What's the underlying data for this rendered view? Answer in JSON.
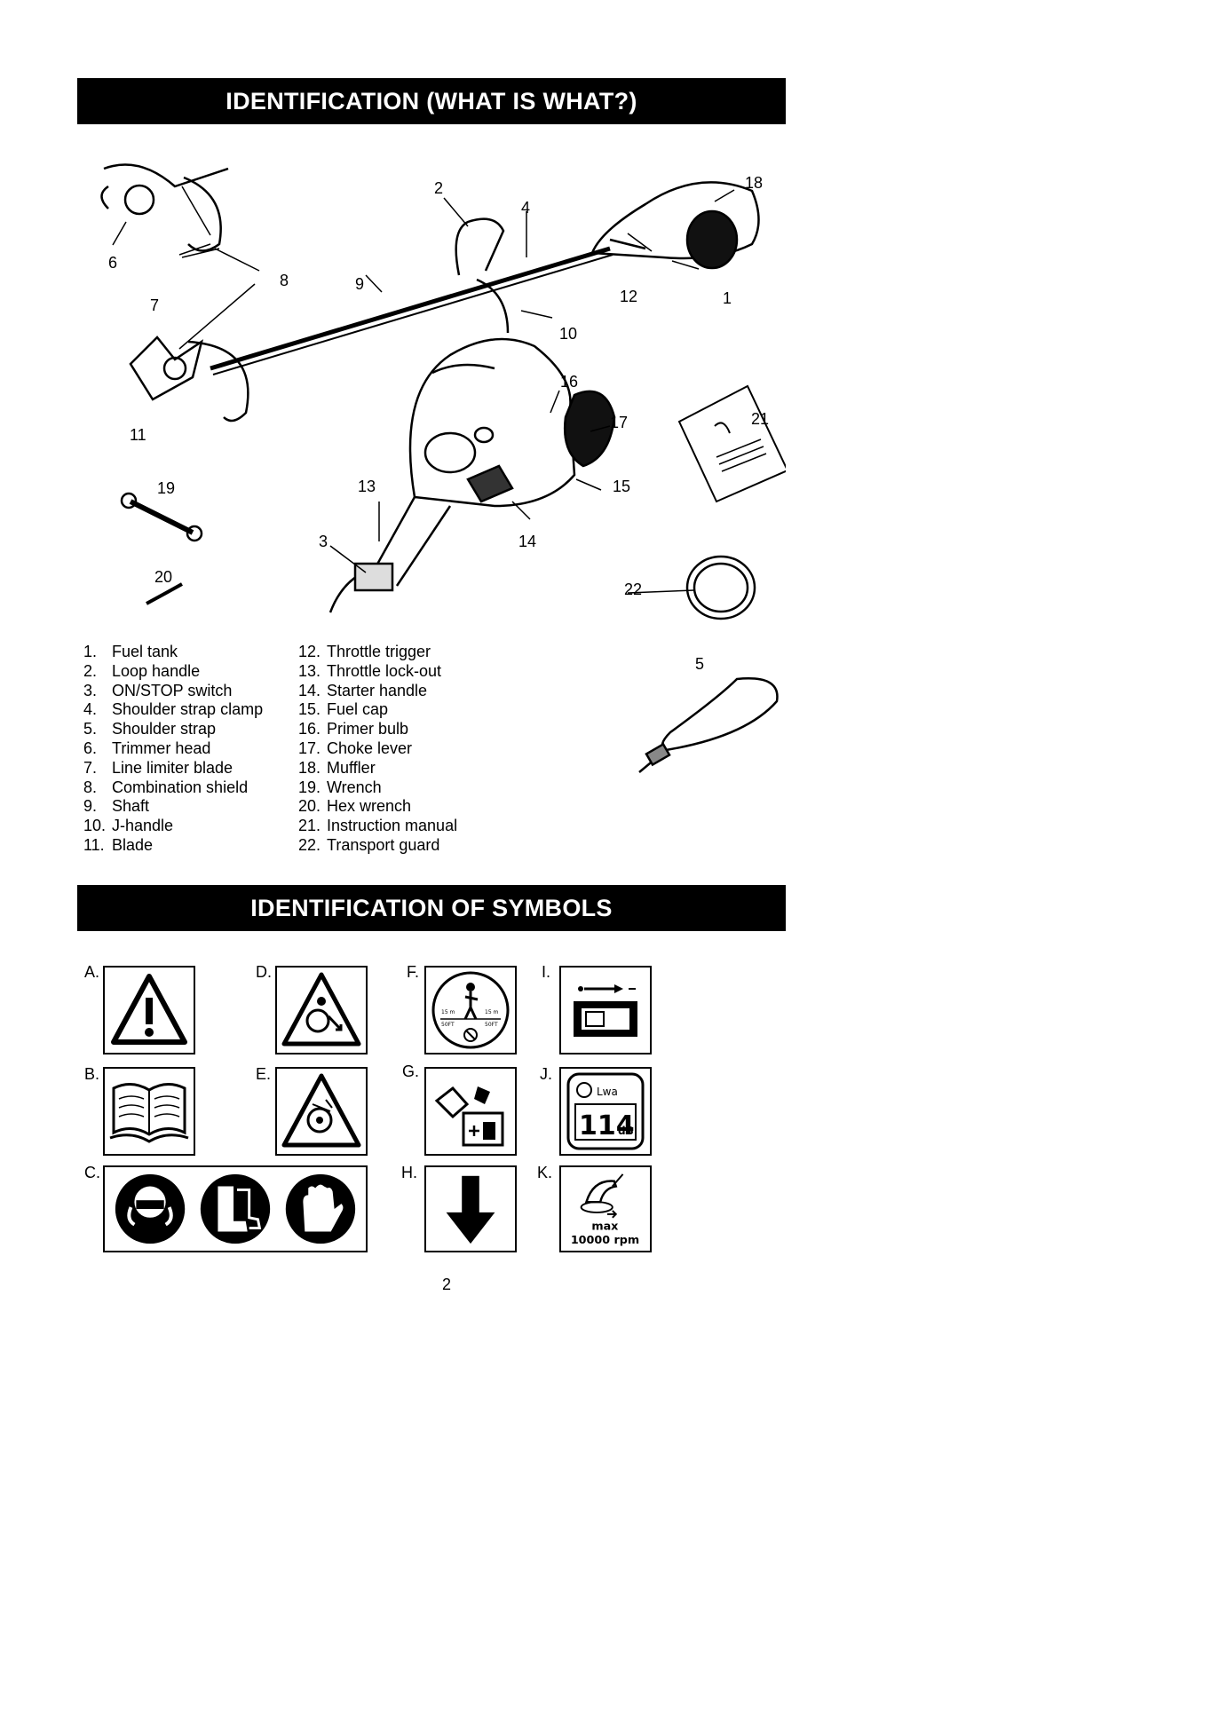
{
  "header1": "IDENTIFICATION  (WHAT IS WHAT?)",
  "header2": "IDENTIFICATION OF SYMBOLS",
  "callouts": [
    "1",
    "2",
    "3",
    "4",
    "5",
    "6",
    "7",
    "8",
    "9",
    "10",
    "11",
    "12",
    "13",
    "14",
    "15",
    "16",
    "17",
    "18",
    "19",
    "20",
    "21",
    "22"
  ],
  "legend_left": [
    {
      "num": "1.",
      "label": "Fuel tank"
    },
    {
      "num": "2.",
      "label": "Loop handle"
    },
    {
      "num": "3.",
      "label": "ON/STOP switch"
    },
    {
      "num": "4.",
      "label": "Shoulder strap clamp"
    },
    {
      "num": "5.",
      "label": "Shoulder strap"
    },
    {
      "num": "6.",
      "label": "Trimmer head"
    },
    {
      "num": "7.",
      "label": "Line limiter blade"
    },
    {
      "num": "8.",
      "label": "Combination shield"
    },
    {
      "num": "9.",
      "label": "Shaft"
    },
    {
      "num": "10.",
      "label": "J-handle"
    },
    {
      "num": "11.",
      "label": "Blade"
    }
  ],
  "legend_right": [
    {
      "num": "12.",
      "label": "Throttle trigger"
    },
    {
      "num": "13.",
      "label": "Throttle lock-out"
    },
    {
      "num": "14.",
      "label": "Starter handle"
    },
    {
      "num": "15.",
      "label": "Fuel cap"
    },
    {
      "num": "16.",
      "label": "Primer bulb"
    },
    {
      "num": "17.",
      "label": "Choke lever"
    },
    {
      "num": "18.",
      "label": "Muffler"
    },
    {
      "num": "19.",
      "label": "Wrench"
    },
    {
      "num": "20.",
      "label": "Hex wrench"
    },
    {
      "num": "21.",
      "label": "Instruction manual"
    },
    {
      "num": "22.",
      "label": "Transport guard"
    }
  ],
  "symbols": {
    "A": "A.",
    "B": "B.",
    "C": "C.",
    "D": "D.",
    "E": "E.",
    "F": "F.",
    "G": "G.",
    "H": "H.",
    "I": "I.",
    "J": "J.",
    "K": "K."
  },
  "symbol_texts": {
    "f_dist_left": "15 m",
    "f_dist_left_ft": "50FT",
    "f_dist_right": "15 m",
    "f_dist_right_ft": "50FT",
    "j_label": "Lwa",
    "j_value": "114",
    "j_unit": "dB",
    "k_max": "max",
    "k_rpm": "10000 rpm"
  },
  "page_number": "2"
}
